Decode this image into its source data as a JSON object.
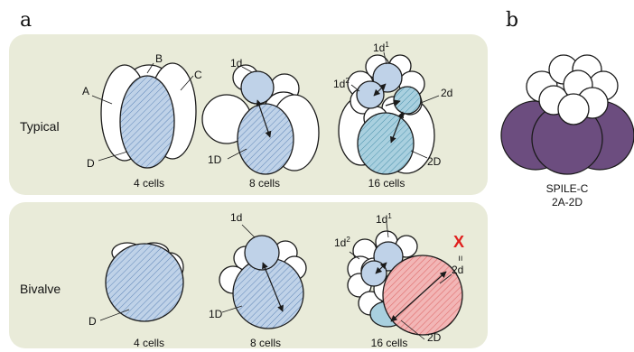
{
  "panel_a_label": "a",
  "panel_b_label": "b",
  "rows": {
    "typical": {
      "label": "Typical"
    },
    "bivalve": {
      "label": "Bivalve"
    }
  },
  "stages": {
    "four": "4 cells",
    "eight": "8 cells",
    "sixteen": "16 cells"
  },
  "typical_labels": {
    "A": "A",
    "B": "B",
    "C": "C",
    "D": "D",
    "d1": "1d",
    "D1": "1D",
    "d1_1": "1d",
    "d1_1_sup": "1",
    "d1_2": "1d",
    "d1_2_sup": "2",
    "d2": "2d",
    "D2": "2D"
  },
  "bivalve_labels": {
    "D": "D",
    "d1": "1d",
    "D1": "1D",
    "d1_1": "1d",
    "d1_1_sup": "1",
    "d1_2": "1d",
    "d1_2_sup": "2",
    "d2": "2d",
    "D2": "2D",
    "x_mark": "X",
    "equals_mark": "="
  },
  "panel_b": {
    "line1": "SPILE-C",
    "line2": "2A-2D"
  },
  "colors": {
    "panel_bg": "#e9ebd9",
    "cell_fill": "#ffffff",
    "blue_fill": "#bfd2e8",
    "teal_fill": "#a9d0df",
    "red_fill": "#f2b6b6",
    "purple_fill": "#6c4d7f",
    "outline": "#1a1a1a",
    "x_red": "#e0201e"
  }
}
